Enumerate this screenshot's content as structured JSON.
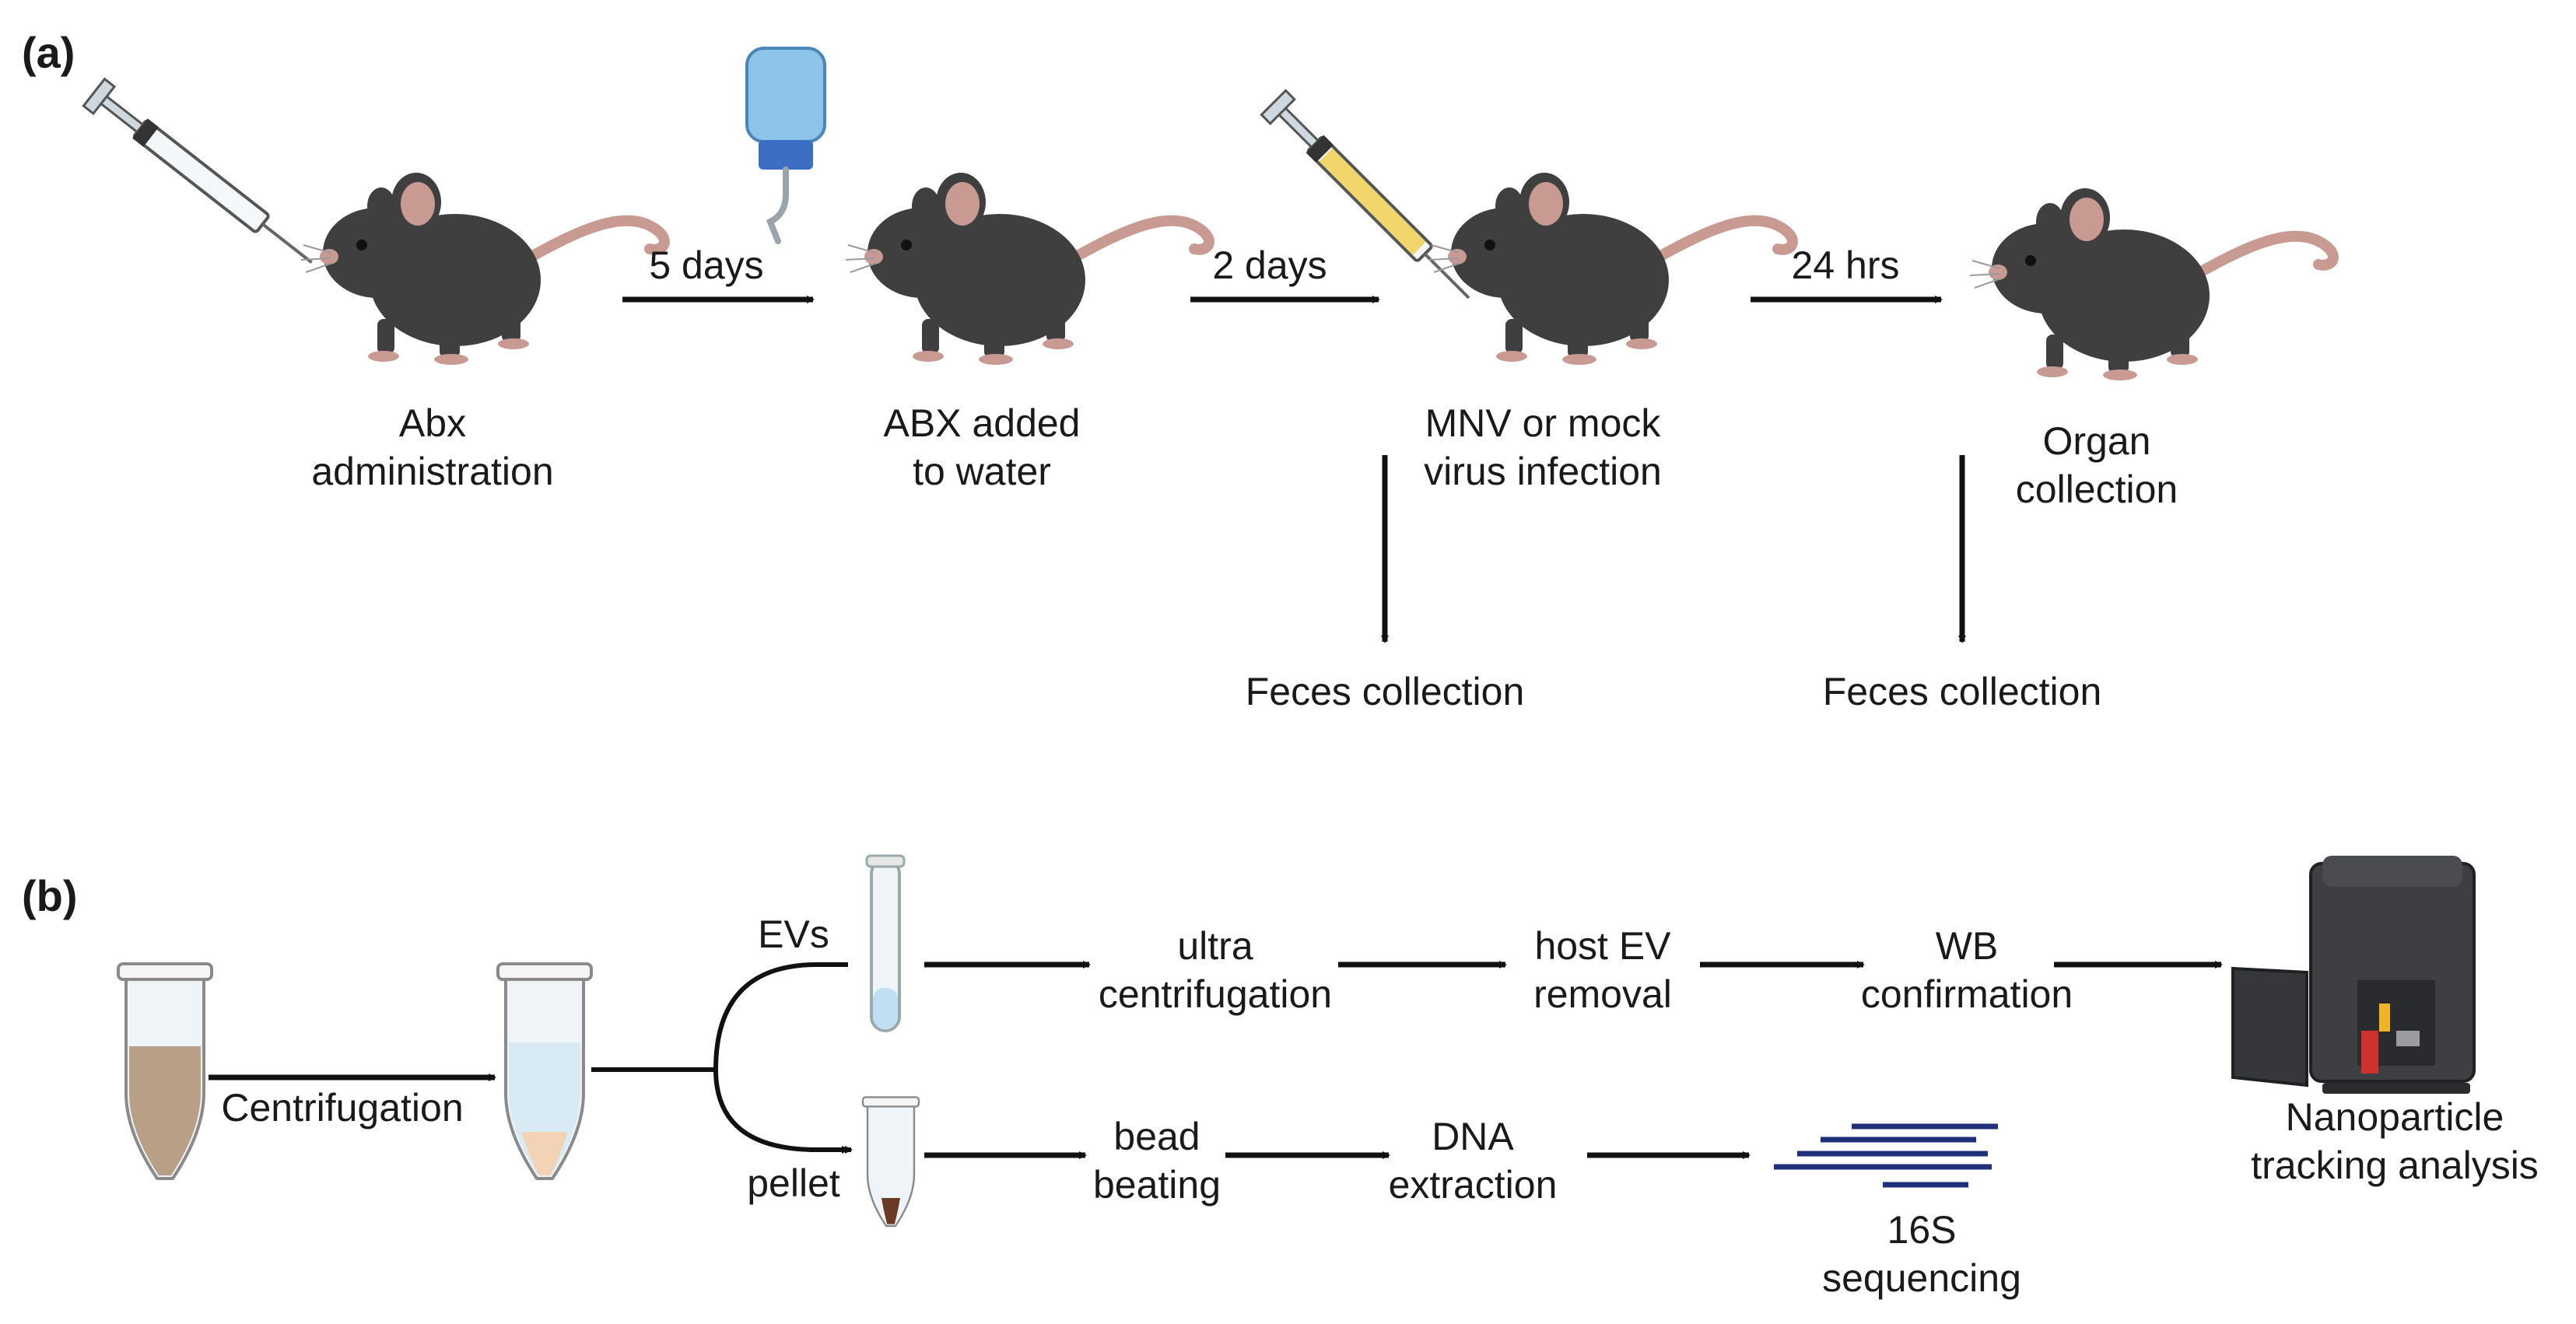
{
  "panels": {
    "a": "(a)",
    "b": "(b)"
  },
  "panel_a": {
    "steps": [
      {
        "line1": "Abx",
        "line2": "administration"
      },
      {
        "line1": "ABX added",
        "line2": "to water"
      },
      {
        "line1": "MNV or mock",
        "line2": "virus infection"
      },
      {
        "line1": "Organ",
        "line2": "collection"
      }
    ],
    "intervals": [
      "5 days",
      "2 days",
      "24 hrs"
    ],
    "feces": [
      "Feces collection",
      "Feces collection"
    ]
  },
  "panel_b": {
    "centrifugation": "Centrifugation",
    "evs": "EVs",
    "pellet": "pellet",
    "ev_steps": [
      {
        "line1": "ultra",
        "line2": "centrifugation"
      },
      {
        "line1": "host EV",
        "line2": "removal"
      },
      {
        "line1": "WB",
        "line2": "confirmation"
      }
    ],
    "pellet_steps": [
      {
        "line1": "bead",
        "line2": "beating"
      },
      {
        "line1": "DNA",
        "line2": "extraction"
      }
    ],
    "sequencing": {
      "line1": "16S",
      "line2": "sequencing"
    },
    "nta": {
      "line1": "Nanoparticle",
      "line2": "tracking analysis"
    }
  },
  "colors": {
    "mouse_body": "#3f3f40",
    "mouse_pink": "#c99a92",
    "arrow": "#111111",
    "dna_lines": "#1f2f7a",
    "feces_tube": "#b89f86",
    "supernatant": "#d8ebf5",
    "bottle": "#8fc4ea",
    "syringe_fluid": "#f3d66b"
  }
}
